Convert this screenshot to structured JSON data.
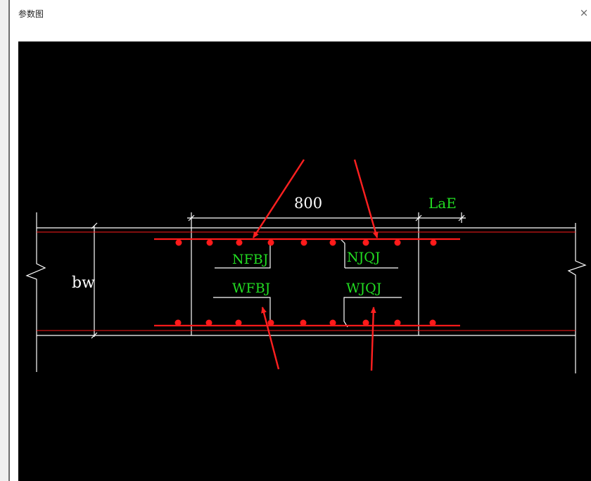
{
  "window": {
    "title": "参数图",
    "close_glyph": "×"
  },
  "drawing": {
    "dimension_main": "800",
    "dimension_anchor": "LaE",
    "width_label": "bw",
    "labels": {
      "nfbj": "NFBJ",
      "njqj": "NJQJ",
      "wfbj": "WFBJ",
      "wjqj": "WJQJ"
    }
  },
  "colors": {
    "background": "#000000",
    "line": "#ffffff",
    "rebar": "#ff1a1a",
    "label": "#22dd22",
    "arrow": "#ff2020"
  }
}
